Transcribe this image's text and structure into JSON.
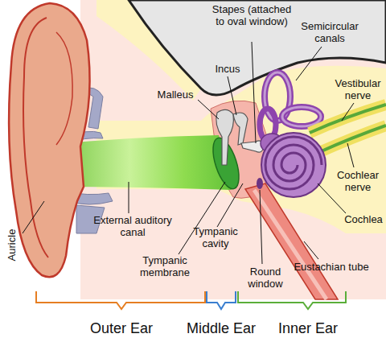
{
  "diagram": {
    "labels": [
      "Stapes (attached to oval window)",
      "Semicircular canals",
      "Malleus",
      "Incus",
      "Vestibular nerve",
      "Cochlear nerve",
      "Cochlea",
      "Auricle",
      "External auditory canal",
      "Tympanic cavity",
      "Tympanic membrane",
      "Round window",
      "Eustachian tube",
      "Outer Ear",
      "Middle Ear",
      "Inner Ear"
    ]
  }
}
